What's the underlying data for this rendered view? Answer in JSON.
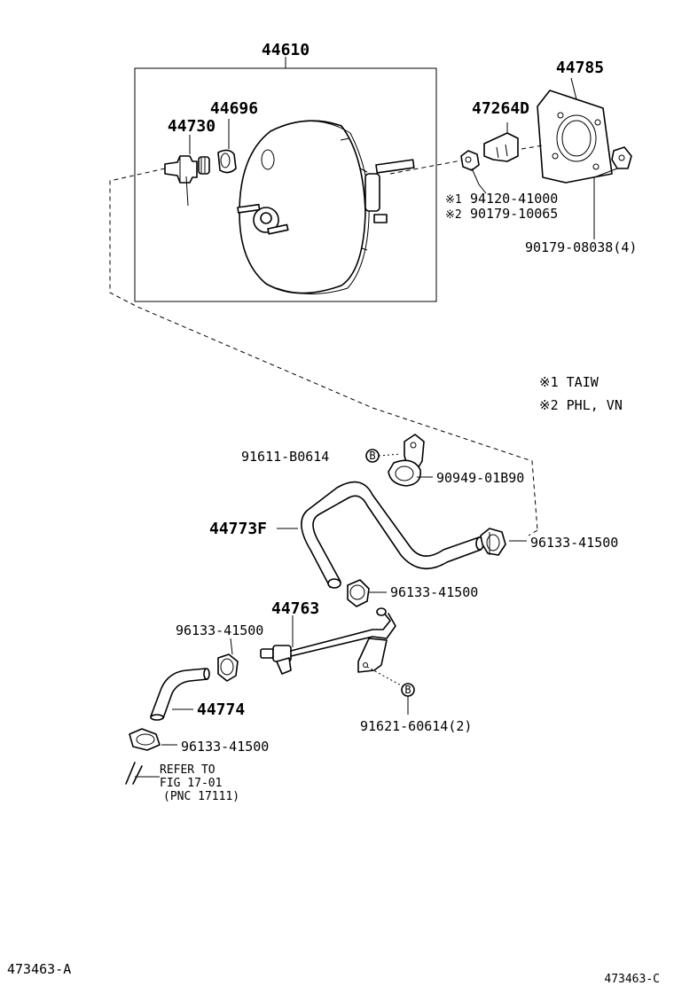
{
  "diagram": {
    "parts": {
      "booster_assembly": "44610",
      "gasket": "44785",
      "yoke": "47264D",
      "seal_grommet": "44696",
      "check_valve": "44730",
      "nut_variant_1": "94120-41000",
      "nut_variant_2": "90179-10065",
      "nut_mount": "90179-08038(4)",
      "clip_bolt": "91611-B0614",
      "clamp_top": "90949-01B90",
      "hose_main": "44773F",
      "clip_right": "96133-41500",
      "clip_center": "96133-41500",
      "pipe": "44763",
      "clip_left": "96133-41500",
      "hose_lower": "44774",
      "clip_bottom": "96133-41500",
      "bolt_bracket": "91621-60614(2)"
    },
    "variant_marks": {
      "mark_1": "※1",
      "mark_2": "※2"
    },
    "legend": {
      "note_1": "※1 TAIW",
      "note_2": "※2  PHL, VN"
    },
    "reference": {
      "line1": "REFER TO",
      "line2": "FIG 17-01",
      "line3": "(PNC 17111)"
    },
    "callout_letter": "B",
    "footer": {
      "left_code": "473463-A",
      "right_code": "473463-C"
    }
  }
}
